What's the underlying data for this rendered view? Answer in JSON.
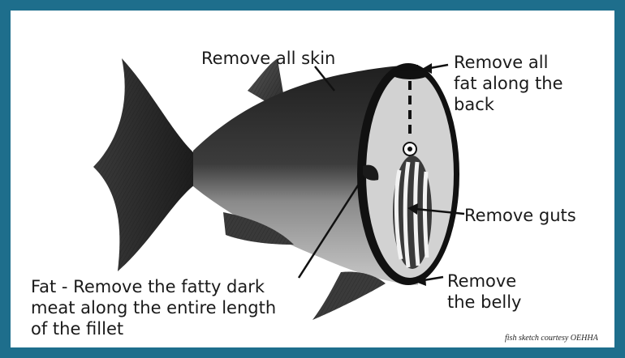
{
  "colors": {
    "frame": "#1e6e8c",
    "background": "#ffffff",
    "fish_dark": "#2b2b2b",
    "flesh": "#d2d2d2",
    "text": "#1a1a1a"
  },
  "labels": {
    "skin": "Remove all skin",
    "back_fat": [
      "Remove all",
      "fat along the",
      "back"
    ],
    "guts": "Remove guts",
    "fat": [
      "Fat - Remove the fatty dark",
      "meat along the entire length",
      "of the fillet"
    ],
    "belly": [
      "Remove",
      "the belly"
    ]
  },
  "credit": "fish sketch courtesy OEHHA"
}
